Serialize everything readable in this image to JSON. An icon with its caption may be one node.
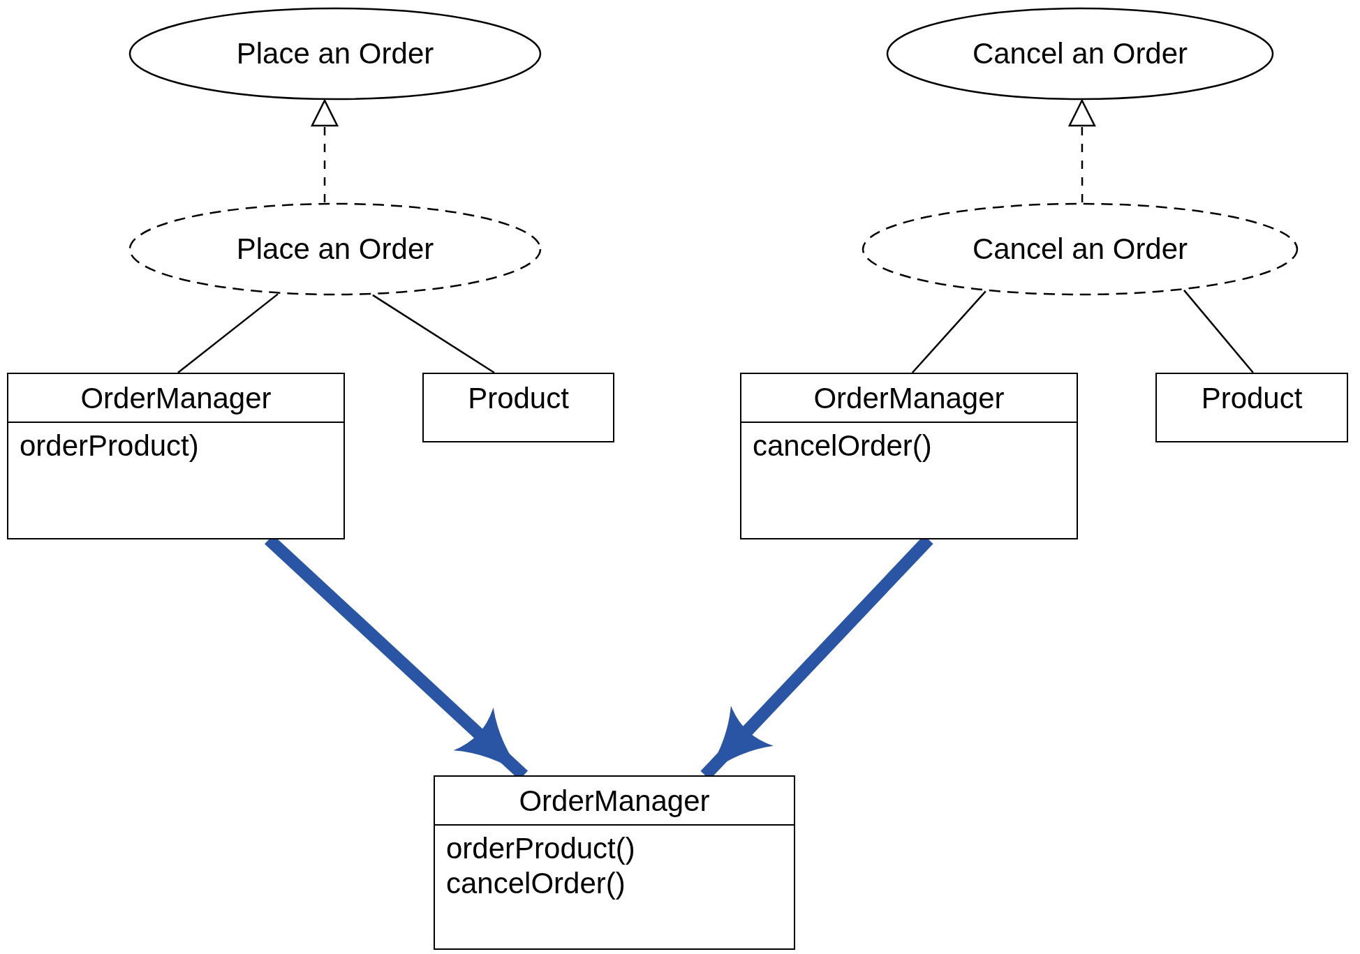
{
  "diagram": {
    "nodes": [
      {
        "text": [
          "Place an Order"
        ]
      },
      {
        "text": [
          "Cancel an Order"
        ]
      },
      {
        "text": [
          "Place an Order"
        ]
      },
      {
        "text": [
          "Cancel an Order"
        ]
      },
      {
        "text": [
          "OrderManager",
          "orderProduct)"
        ]
      },
      {
        "text": [
          "Product"
        ]
      },
      {
        "text": [
          "OrderManager",
          "cancelOrder()"
        ]
      },
      {
        "text": [
          "Product"
        ]
      },
      {
        "text": [
          "OrderManager",
          "orderProduct()",
          "cancelOrder()"
        ]
      }
    ],
    "edges": [
      {
        "from": 2,
        "to": 0,
        "arrow": "to",
        "style": "dashed"
      },
      {
        "from": 3,
        "to": 1,
        "arrow": "to",
        "style": "dashed"
      },
      {
        "from": 2,
        "to": 4,
        "arrow": "none"
      },
      {
        "from": 2,
        "to": 5,
        "arrow": "none"
      },
      {
        "from": 3,
        "to": 6,
        "arrow": "none"
      },
      {
        "from": 3,
        "to": 7,
        "arrow": "none"
      },
      {
        "from": 4,
        "to": 8,
        "arrow": "to",
        "style": "thick",
        "color": "#2a55a5"
      },
      {
        "from": 6,
        "to": 8,
        "arrow": "to",
        "style": "thick",
        "color": "#2a55a5"
      }
    ]
  }
}
